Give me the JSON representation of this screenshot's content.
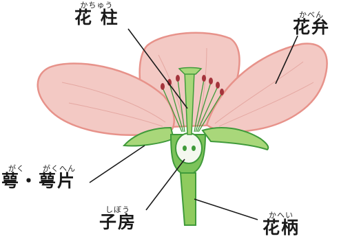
{
  "labels": {
    "style": {
      "ruby": "かちゅう",
      "text": "花 柱"
    },
    "petal": {
      "ruby": "かべん",
      "text": "花弁"
    },
    "calyx": {
      "ruby_1": "がく",
      "ruby_2": "がくへん",
      "text": "萼・萼片"
    },
    "ovary": {
      "ruby": "しぼう",
      "text": "子房"
    },
    "pedicel": {
      "ruby": "かへい",
      "text": "花柄"
    }
  },
  "colors": {
    "petal_fill": "#f3c9c4",
    "petal_edge": "#e7928a",
    "green_dark": "#3f9a3a",
    "green_light": "#a9d77a",
    "stamen_tip": "#a4343c",
    "leader_line": "#1a1a1a"
  }
}
